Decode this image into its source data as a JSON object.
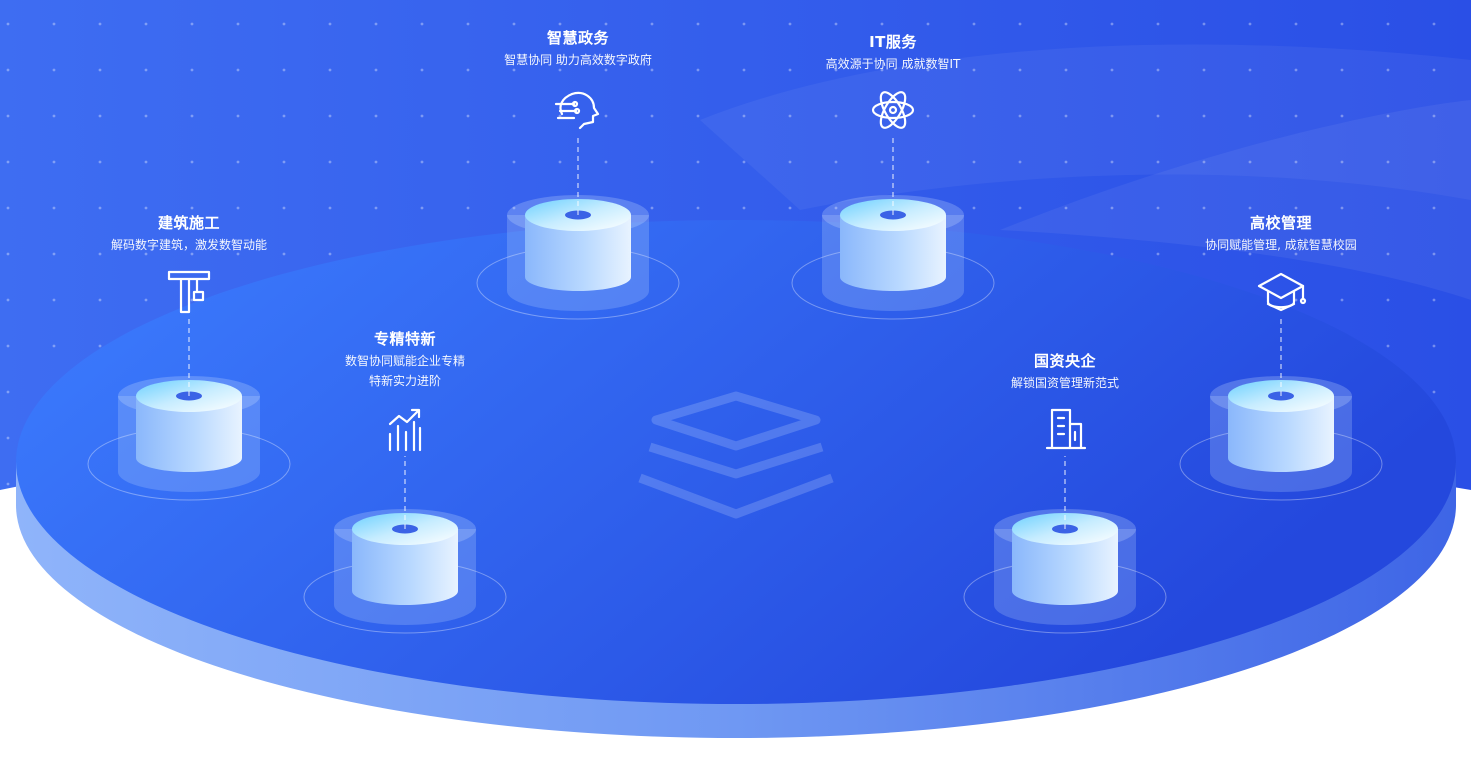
{
  "colors": {
    "bg_dark": "#2a4fe6",
    "bg_light": "#3e6df2",
    "platform_top_start": "#3d7eff",
    "platform_top_end": "#2448dd",
    "platform_side": "#7ea4f6",
    "cylinder_light": "#e4f1ff",
    "cylinder_mid": "#8fb9fb",
    "label_text": "#ffffff"
  },
  "center_icon": "stacked-layers-icon",
  "nodes": [
    {
      "id": "gov",
      "title": "智慧政务",
      "subtitle": "智慧协同 助力高效数字政府",
      "icon": "ai-head-icon"
    },
    {
      "id": "it",
      "title": "IT服务",
      "subtitle": "高效源于协同 成就数智IT",
      "icon": "atom-icon"
    },
    {
      "id": "construction",
      "title": "建筑施工",
      "subtitle": "解码数字建筑，激发数智动能",
      "icon": "crane-icon"
    },
    {
      "id": "university",
      "title": "高校管理",
      "subtitle": "协同赋能管理, 成就智慧校园",
      "icon": "graduation-cap-icon"
    },
    {
      "id": "specialized",
      "title": "专精特新",
      "subtitle": "数智协同赋能企业专精",
      "subtitle2": "特新实力进阶",
      "icon": "growth-chart-icon"
    },
    {
      "id": "soe",
      "title": "国资央企",
      "subtitle": "解锁国资管理新范式",
      "icon": "building-icon"
    }
  ]
}
